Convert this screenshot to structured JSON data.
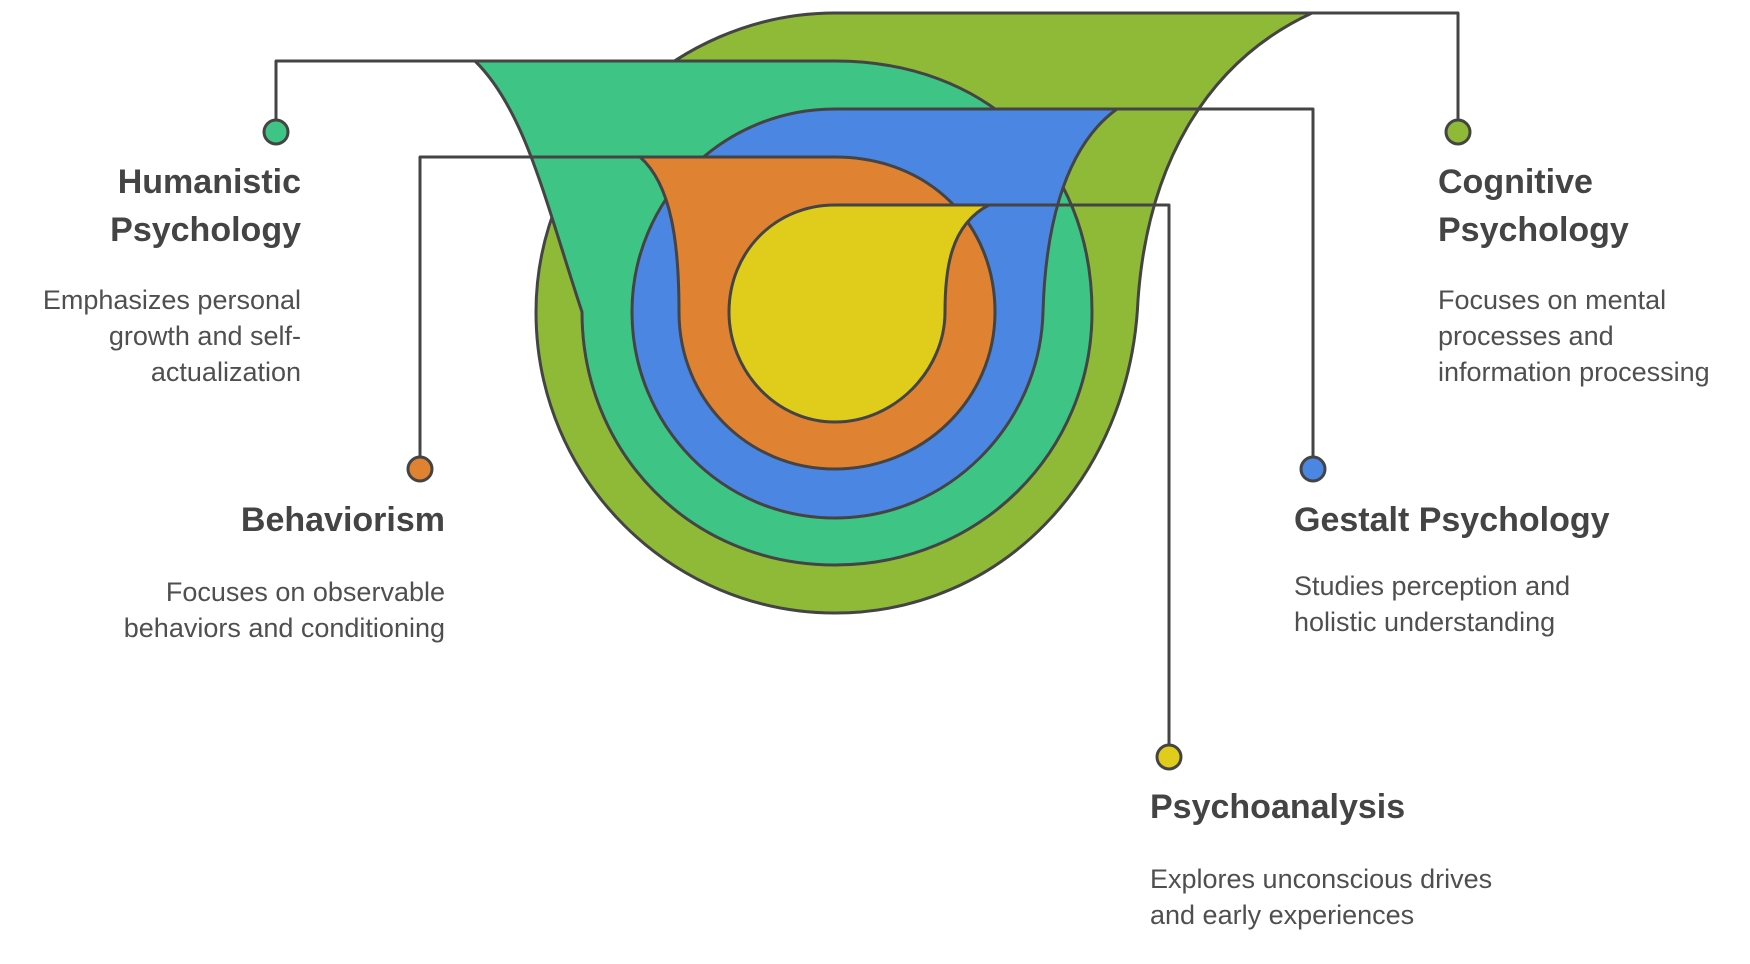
{
  "diagram": {
    "colors": {
      "outline": "#444444",
      "cognitive": "#8fba38",
      "humanistic": "#3ec484",
      "gestalt": "#4a86e2",
      "behaviorism": "#df8231",
      "psychoanalysis": "#e0cc1a"
    },
    "items": [
      {
        "id": "humanistic",
        "title": "Humanistic Psychology",
        "description": "Emphasizes personal growth and self-actualization",
        "color": "#3ec484"
      },
      {
        "id": "behaviorism",
        "title": "Behaviorism",
        "description": "Focuses on observable behaviors and conditioning",
        "color": "#df8231"
      },
      {
        "id": "cognitive",
        "title": "Cognitive Psychology",
        "description": "Focuses on mental processes and information processing",
        "color": "#8fba38"
      },
      {
        "id": "gestalt",
        "title": "Gestalt Psychology",
        "description": "Studies perception and holistic understanding",
        "color": "#4a86e2"
      },
      {
        "id": "psychoanalysis",
        "title": "Psychoanalysis",
        "description": "Explores unconscious drives and early experiences",
        "color": "#e0cc1a"
      }
    ]
  }
}
